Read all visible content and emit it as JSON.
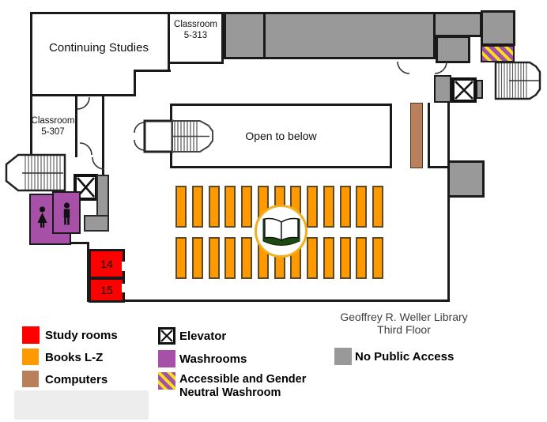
{
  "map": {
    "labels": {
      "continuing_studies": "Continuing Studies",
      "classroom_5313": {
        "line1": "Classroom",
        "line2": "5-313"
      },
      "classroom_5307": {
        "line1": "Classroom",
        "line2": "5-307"
      },
      "open_to_below": "Open to below",
      "study_room_14": "14",
      "study_room_15": "15"
    },
    "book_stacks": {
      "rows": 2,
      "per_row": 13
    },
    "colors": {
      "study": "#FF0000",
      "books": "#FF9900",
      "comp": "#B9805B",
      "wash": "#A750A7",
      "npa": "#999999",
      "stripe": "#F6E017",
      "wall": "#1A1A1A",
      "ring": "#F2B01E",
      "bookgreen": "#1E4A12"
    }
  },
  "legend": {
    "items": [
      {
        "label": "Study rooms"
      },
      {
        "label": "Books L-Z"
      },
      {
        "label": "Computers"
      },
      {
        "label": "Elevator"
      },
      {
        "label": "Washrooms"
      },
      {
        "label": "Accessible and Gender Neutral Washroom"
      },
      {
        "label": "No Public Access"
      }
    ]
  },
  "title": {
    "line1": "Geoffrey R. Weller Library",
    "line2": "Third Floor"
  }
}
